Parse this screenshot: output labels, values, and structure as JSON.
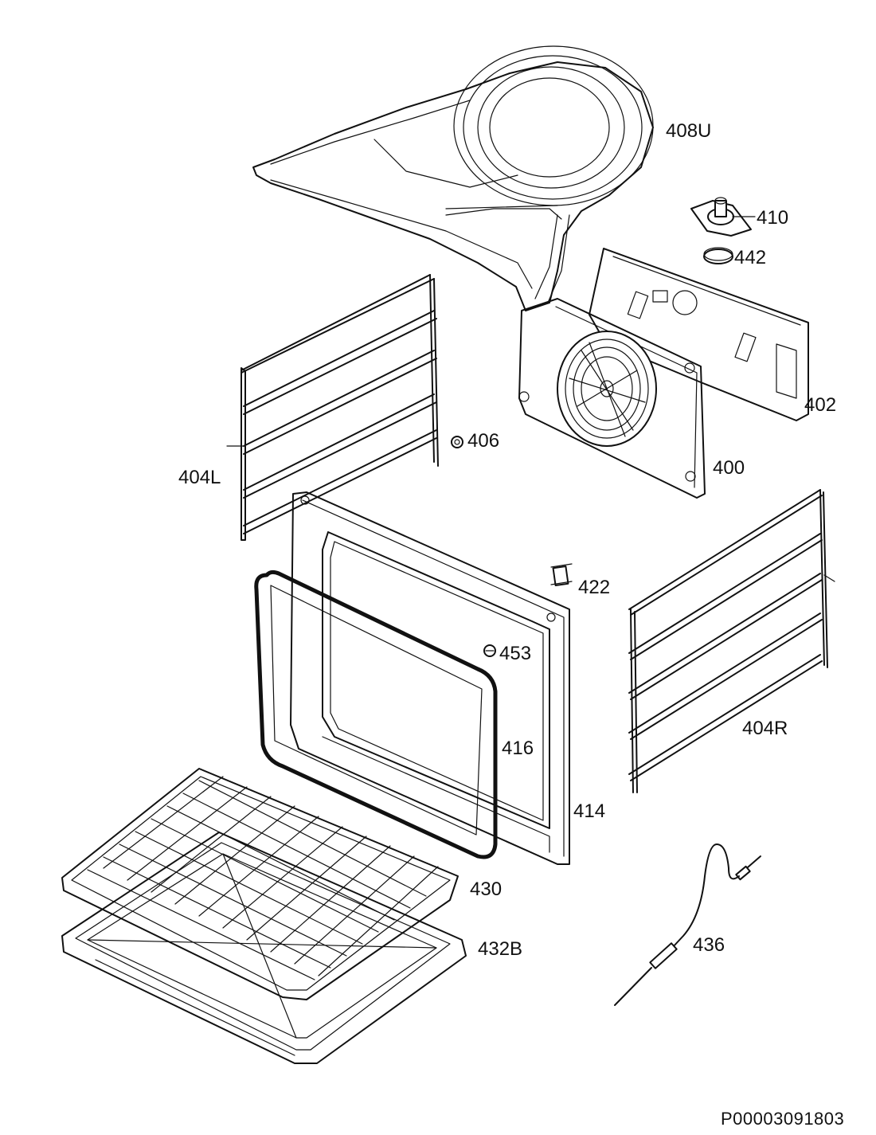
{
  "diagram": {
    "parts": [
      {
        "id": "part-408u",
        "label": "408U"
      },
      {
        "id": "part-410",
        "label": "410"
      },
      {
        "id": "part-442",
        "label": "442"
      },
      {
        "id": "part-402",
        "label": "402"
      },
      {
        "id": "part-406",
        "label": "406"
      },
      {
        "id": "part-400",
        "label": "400"
      },
      {
        "id": "part-404l",
        "label": "404L"
      },
      {
        "id": "part-422",
        "label": "422"
      },
      {
        "id": "part-453",
        "label": "453"
      },
      {
        "id": "part-416",
        "label": "416"
      },
      {
        "id": "part-404r",
        "label": "404R"
      },
      {
        "id": "part-414",
        "label": "414"
      },
      {
        "id": "part-430",
        "label": "430"
      },
      {
        "id": "part-436",
        "label": "436"
      },
      {
        "id": "part-432b",
        "label": "432B"
      }
    ],
    "drawing_code": "P00003091803"
  }
}
